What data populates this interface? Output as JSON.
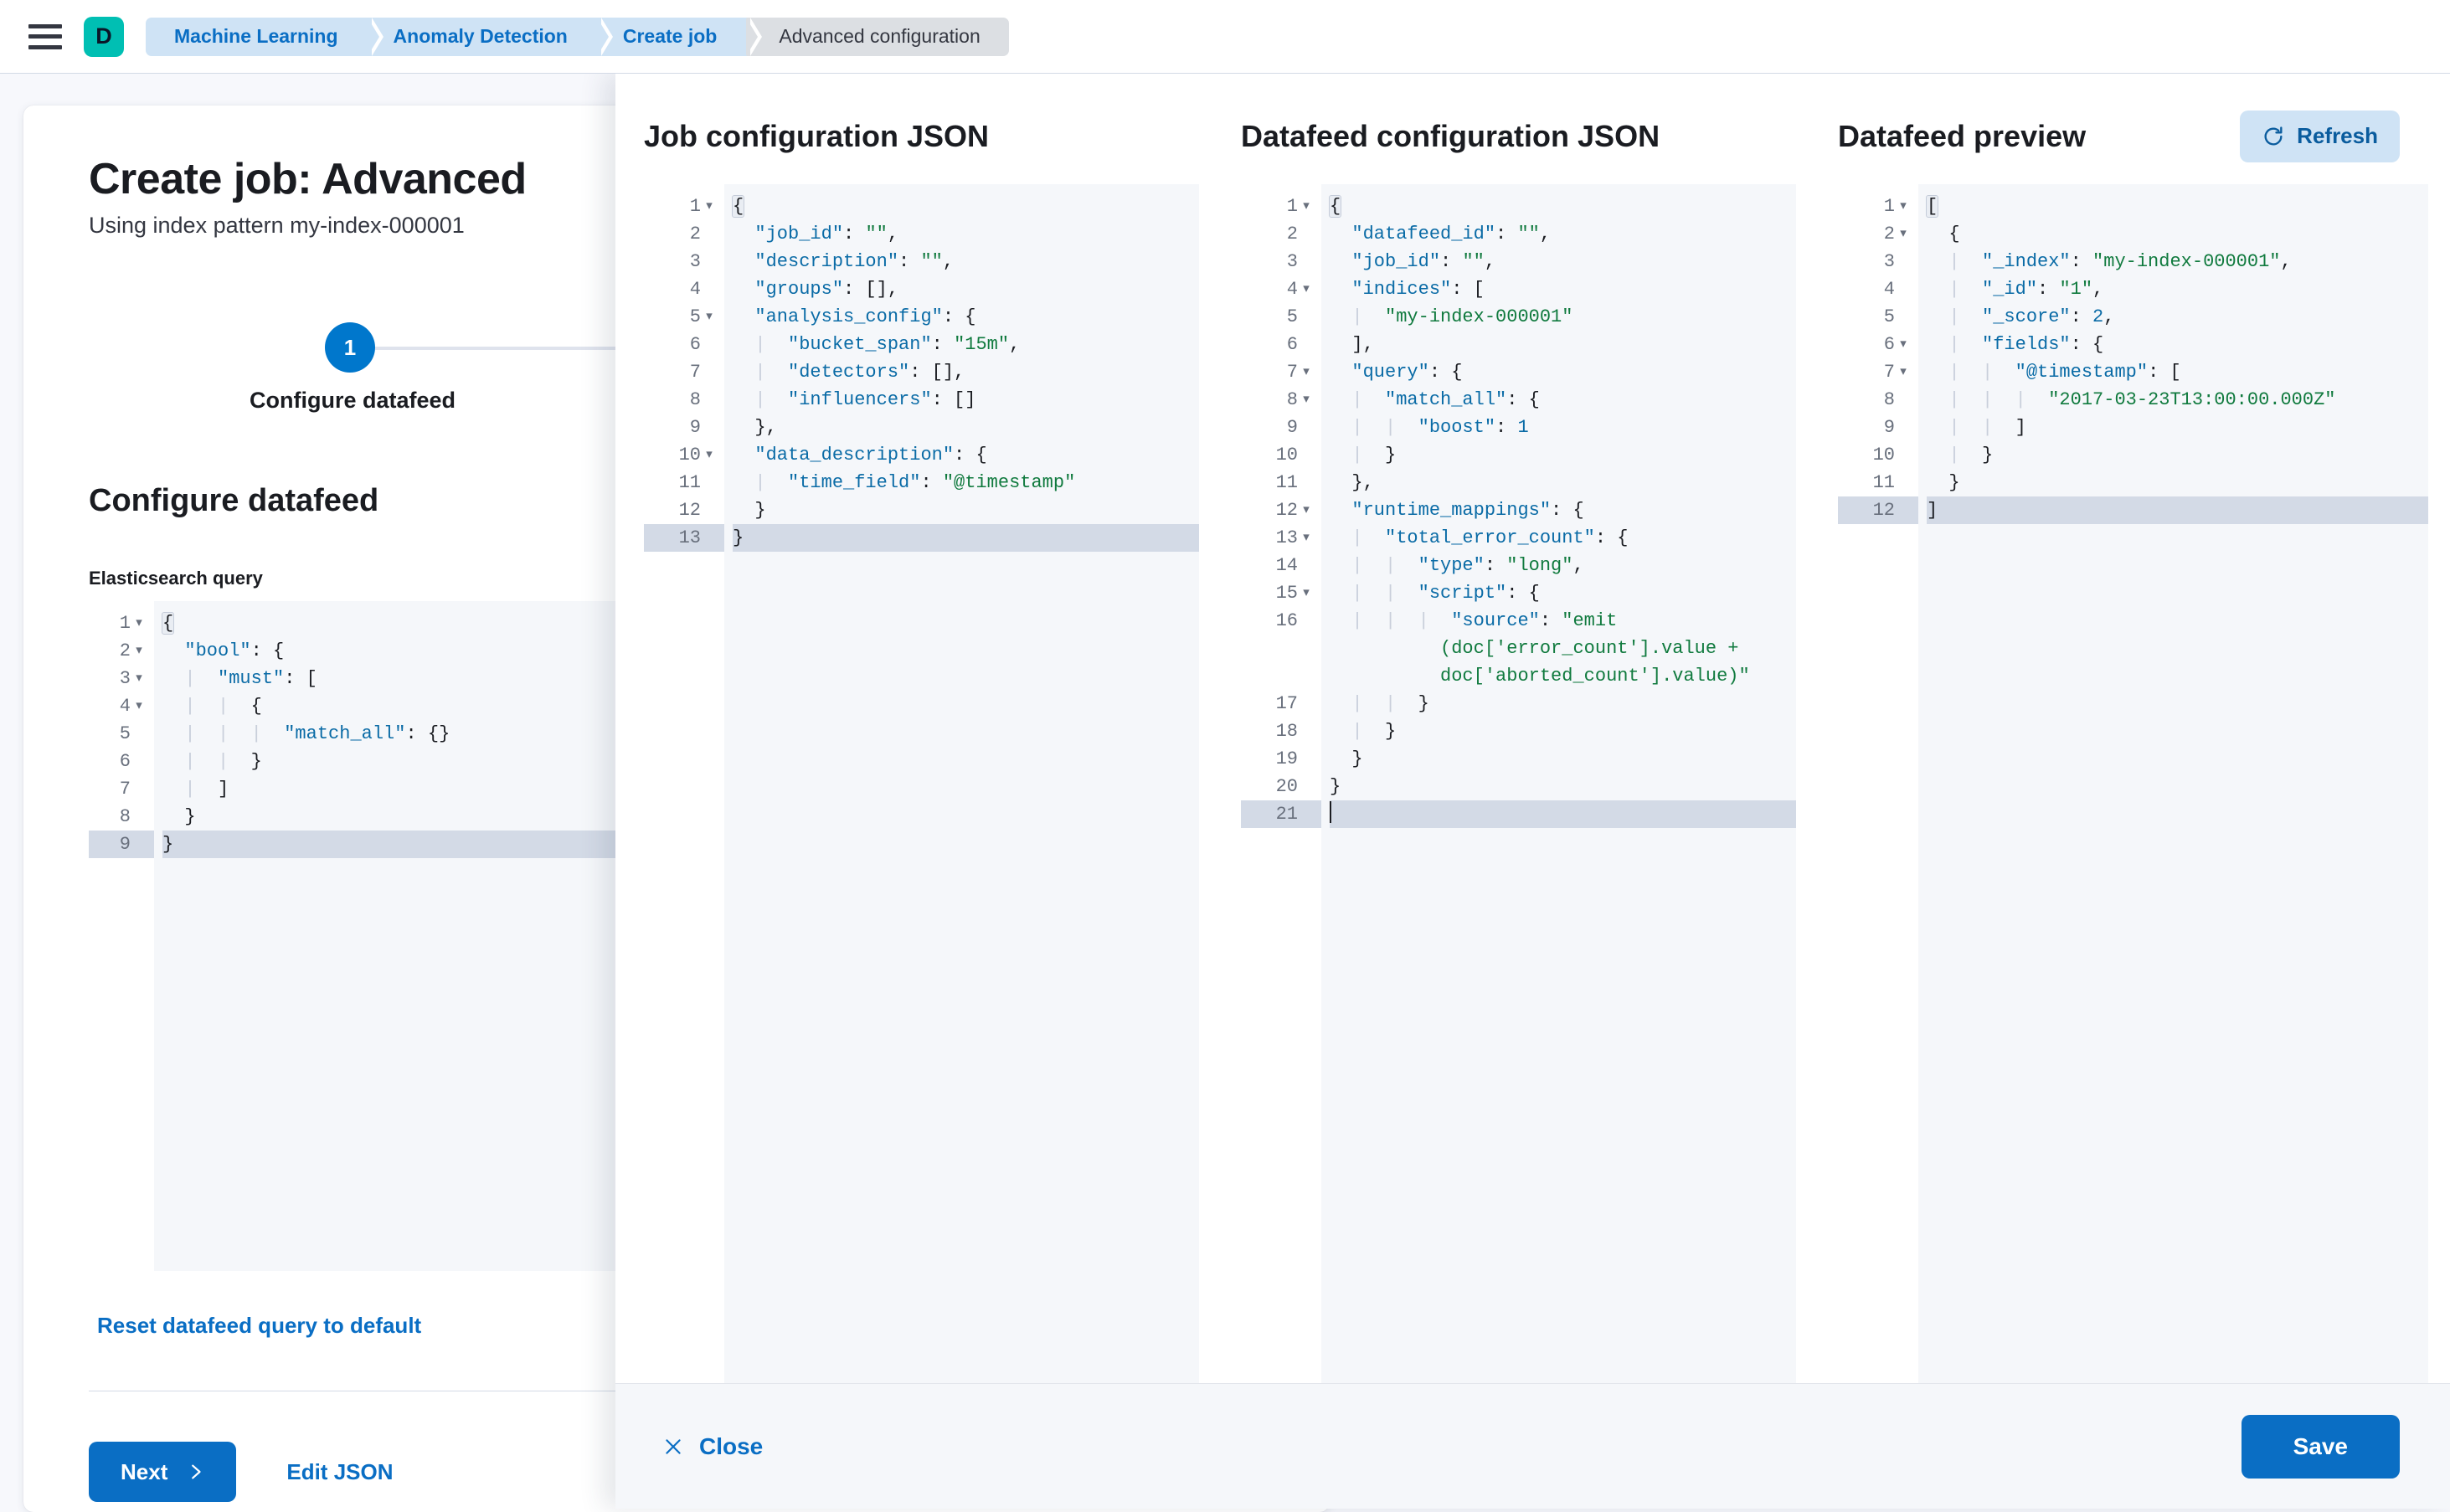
{
  "topbar": {
    "menu_icon": "hamburger-icon",
    "avatar_letter": "D",
    "breadcrumbs": [
      {
        "label": "Machine Learning"
      },
      {
        "label": "Anomaly Detection"
      },
      {
        "label": "Create job"
      },
      {
        "label": "Advanced configuration"
      }
    ]
  },
  "wizard": {
    "title": "Create job: Advanced",
    "subtitle": "Using index pattern my-index-000001",
    "step_number": "1",
    "step_label": "Configure datafeed",
    "section_heading": "Configure datafeed",
    "query_field_label": "Elasticsearch query",
    "reset_link": "Reset datafeed query to default",
    "next_label": "Next",
    "next_icon": "chevron-right-icon",
    "edit_json_label": "Edit JSON",
    "query_editor": {
      "lines": [
        {
          "n": "1",
          "fold": true,
          "html": "<span class=\"p brmatch\">{</span>"
        },
        {
          "n": "2",
          "fold": true,
          "html": "  <span class=\"k\">\"bool\"</span><span class=\"p\">: {</span>"
        },
        {
          "n": "3",
          "fold": true,
          "html": "  <span class=\"guide\">|</span>  <span class=\"k\">\"must\"</span><span class=\"p\">: [</span>"
        },
        {
          "n": "4",
          "fold": true,
          "html": "  <span class=\"guide\">|</span>  <span class=\"guide\">|</span>  <span class=\"p\">{</span>"
        },
        {
          "n": "5",
          "fold": false,
          "html": "  <span class=\"guide\">|</span>  <span class=\"guide\">|</span>  <span class=\"guide\">|</span>  <span class=\"k\">\"match_all\"</span><span class=\"p\">: {}</span>"
        },
        {
          "n": "6",
          "fold": false,
          "html": "  <span class=\"guide\">|</span>  <span class=\"guide\">|</span>  <span class=\"p\">}</span>"
        },
        {
          "n": "7",
          "fold": false,
          "html": "  <span class=\"guide\">|</span>  <span class=\"p\">]</span>"
        },
        {
          "n": "8",
          "fold": false,
          "html": "  <span class=\"p\">}</span>"
        },
        {
          "n": "9",
          "fold": false,
          "hl": true,
          "html": "<span class=\"p\">}</span>"
        }
      ]
    }
  },
  "flyout": {
    "columns": [
      {
        "title": "Job configuration JSON",
        "name": "job-configuration-json",
        "lines": [
          {
            "n": "1",
            "fold": true,
            "html": "<span class=\"p brmatch\">{</span>"
          },
          {
            "n": "2",
            "fold": false,
            "html": "  <span class=\"k\">\"job_id\"</span><span class=\"p\">: </span><span class=\"str\">\"\"</span><span class=\"p\">,</span>"
          },
          {
            "n": "3",
            "fold": false,
            "html": "  <span class=\"k\">\"description\"</span><span class=\"p\">: </span><span class=\"str\">\"\"</span><span class=\"p\">,</span>"
          },
          {
            "n": "4",
            "fold": false,
            "html": "  <span class=\"k\">\"groups\"</span><span class=\"p\">: [],</span>"
          },
          {
            "n": "5",
            "fold": true,
            "html": "  <span class=\"k\">\"analysis_config\"</span><span class=\"p\">: {</span>"
          },
          {
            "n": "6",
            "fold": false,
            "html": "  <span class=\"guide\">|</span>  <span class=\"k\">\"bucket_span\"</span><span class=\"p\">: </span><span class=\"str\">\"15m\"</span><span class=\"p\">,</span>"
          },
          {
            "n": "7",
            "fold": false,
            "html": "  <span class=\"guide\">|</span>  <span class=\"k\">\"detectors\"</span><span class=\"p\">: [],</span>"
          },
          {
            "n": "8",
            "fold": false,
            "html": "  <span class=\"guide\">|</span>  <span class=\"k\">\"influencers\"</span><span class=\"p\">: []</span>"
          },
          {
            "n": "9",
            "fold": false,
            "html": "  <span class=\"p\">},</span>"
          },
          {
            "n": "10",
            "fold": true,
            "html": "  <span class=\"k\">\"data_description\"</span><span class=\"p\">: {</span>"
          },
          {
            "n": "11",
            "fold": false,
            "html": "  <span class=\"guide\">|</span>  <span class=\"k\">\"time_field\"</span><span class=\"p\">: </span><span class=\"str\">\"@timestamp\"</span>"
          },
          {
            "n": "12",
            "fold": false,
            "html": "  <span class=\"p\">}</span>"
          },
          {
            "n": "13",
            "fold": false,
            "hl": true,
            "html": "<span class=\"p\">}</span>"
          }
        ]
      },
      {
        "title": "Datafeed configuration JSON",
        "name": "datafeed-configuration-json",
        "lines": [
          {
            "n": "1",
            "fold": true,
            "html": "<span class=\"p brmatch\">{</span>"
          },
          {
            "n": "2",
            "fold": false,
            "html": "  <span class=\"k\">\"datafeed_id\"</span><span class=\"p\">: </span><span class=\"str\">\"\"</span><span class=\"p\">,</span>"
          },
          {
            "n": "3",
            "fold": false,
            "html": "  <span class=\"k\">\"job_id\"</span><span class=\"p\">: </span><span class=\"str\">\"\"</span><span class=\"p\">,</span>"
          },
          {
            "n": "4",
            "fold": true,
            "html": "  <span class=\"k\">\"indices\"</span><span class=\"p\">: [</span>"
          },
          {
            "n": "5",
            "fold": false,
            "html": "  <span class=\"guide\">|</span>  <span class=\"str\">\"my-index-000001\"</span>"
          },
          {
            "n": "6",
            "fold": false,
            "html": "  <span class=\"p\">],</span>"
          },
          {
            "n": "7",
            "fold": true,
            "html": "  <span class=\"k\">\"query\"</span><span class=\"p\">: {</span>"
          },
          {
            "n": "8",
            "fold": true,
            "html": "  <span class=\"guide\">|</span>  <span class=\"k\">\"match_all\"</span><span class=\"p\">: {</span>"
          },
          {
            "n": "9",
            "fold": false,
            "html": "  <span class=\"guide\">|</span>  <span class=\"guide\">|</span>  <span class=\"k\">\"boost\"</span><span class=\"p\">: </span><span class=\"n\">1</span>"
          },
          {
            "n": "10",
            "fold": false,
            "html": "  <span class=\"guide\">|</span>  <span class=\"p\">}</span>"
          },
          {
            "n": "11",
            "fold": false,
            "html": "  <span class=\"p\">},</span>"
          },
          {
            "n": "12",
            "fold": true,
            "html": "  <span class=\"k\">\"runtime_mappings\"</span><span class=\"p\">: {</span>"
          },
          {
            "n": "13",
            "fold": true,
            "html": "  <span class=\"guide\">|</span>  <span class=\"k\">\"total_error_count\"</span><span class=\"p\">: {</span>"
          },
          {
            "n": "14",
            "fold": false,
            "html": "  <span class=\"guide\">|</span>  <span class=\"guide\">|</span>  <span class=\"k\">\"type\"</span><span class=\"p\">: </span><span class=\"str\">\"long\"</span><span class=\"p\">,</span>"
          },
          {
            "n": "15",
            "fold": true,
            "html": "  <span class=\"guide\">|</span>  <span class=\"guide\">|</span>  <span class=\"k\">\"script\"</span><span class=\"p\">: {</span>"
          },
          {
            "n": "16",
            "fold": false,
            "tall": 3,
            "html": "  <span class=\"guide\">|</span>  <span class=\"guide\">|</span>  <span class=\"guide\">|</span>  <span class=\"k\">\"source\"</span><span class=\"p\">: </span><span class=\"str\">\"emit</span>\n          <span class=\"str\">(doc['error_count'].value +</span>\n          <span class=\"str\">doc['aborted_count'].value)\"</span>"
          },
          {
            "n": "17",
            "fold": false,
            "html": "  <span class=\"guide\">|</span>  <span class=\"guide\">|</span>  <span class=\"p\">}</span>"
          },
          {
            "n": "18",
            "fold": false,
            "html": "  <span class=\"guide\">|</span>  <span class=\"p\">}</span>"
          },
          {
            "n": "19",
            "fold": false,
            "html": "  <span class=\"p\">}</span>"
          },
          {
            "n": "20",
            "fold": false,
            "html": "<span class=\"p\">}</span>"
          },
          {
            "n": "21",
            "fold": false,
            "hl": true,
            "html": "<span class=\"caret\"></span>"
          }
        ]
      },
      {
        "title": "Datafeed preview",
        "name": "datafeed-preview",
        "refresh_label": "Refresh",
        "refresh_icon": "refresh-icon",
        "lines": [
          {
            "n": "1",
            "fold": true,
            "html": "<span class=\"p brmatch\">[</span>"
          },
          {
            "n": "2",
            "fold": true,
            "html": "  <span class=\"p\">{</span>"
          },
          {
            "n": "3",
            "fold": false,
            "html": "  <span class=\"guide\">|</span>  <span class=\"k\">\"_index\"</span><span class=\"p\">: </span><span class=\"str\">\"my-index-000001\"</span><span class=\"p\">,</span>"
          },
          {
            "n": "4",
            "fold": false,
            "html": "  <span class=\"guide\">|</span>  <span class=\"k\">\"_id\"</span><span class=\"p\">: </span><span class=\"str\">\"1\"</span><span class=\"p\">,</span>"
          },
          {
            "n": "5",
            "fold": false,
            "html": "  <span class=\"guide\">|</span>  <span class=\"k\">\"_score\"</span><span class=\"p\">: </span><span class=\"n\">2</span><span class=\"p\">,</span>"
          },
          {
            "n": "6",
            "fold": true,
            "html": "  <span class=\"guide\">|</span>  <span class=\"k\">\"fields\"</span><span class=\"p\">: {</span>"
          },
          {
            "n": "7",
            "fold": true,
            "html": "  <span class=\"guide\">|</span>  <span class=\"guide\">|</span>  <span class=\"k\">\"@timestamp\"</span><span class=\"p\">: [</span>"
          },
          {
            "n": "8",
            "fold": false,
            "html": "  <span class=\"guide\">|</span>  <span class=\"guide\">|</span>  <span class=\"guide\">|</span>  <span class=\"str\">\"2017-03-23T13:00:00.000Z\"</span>"
          },
          {
            "n": "9",
            "fold": false,
            "html": "  <span class=\"guide\">|</span>  <span class=\"guide\">|</span>  <span class=\"p\">]</span>"
          },
          {
            "n": "10",
            "fold": false,
            "html": "  <span class=\"guide\">|</span>  <span class=\"p\">}</span>"
          },
          {
            "n": "11",
            "fold": false,
            "html": "  <span class=\"p\">}</span>"
          },
          {
            "n": "12",
            "fold": false,
            "hl": true,
            "html": "<span class=\"p\">]</span>"
          }
        ]
      }
    ],
    "footer": {
      "close_label": "Close",
      "close_icon": "close-icon",
      "save_label": "Save"
    }
  },
  "colors": {
    "primary": "#0a6ec4",
    "brand_teal": "#00bfb3",
    "breadcrumb_bg": "#cfe3f5",
    "breadcrumb_active_bg": "#dcdfe3",
    "editor_bg": "#f5f7fa",
    "highlight_row": "#d3dae6",
    "json_key": "#0a6ba6",
    "json_string": "#107a3e"
  }
}
